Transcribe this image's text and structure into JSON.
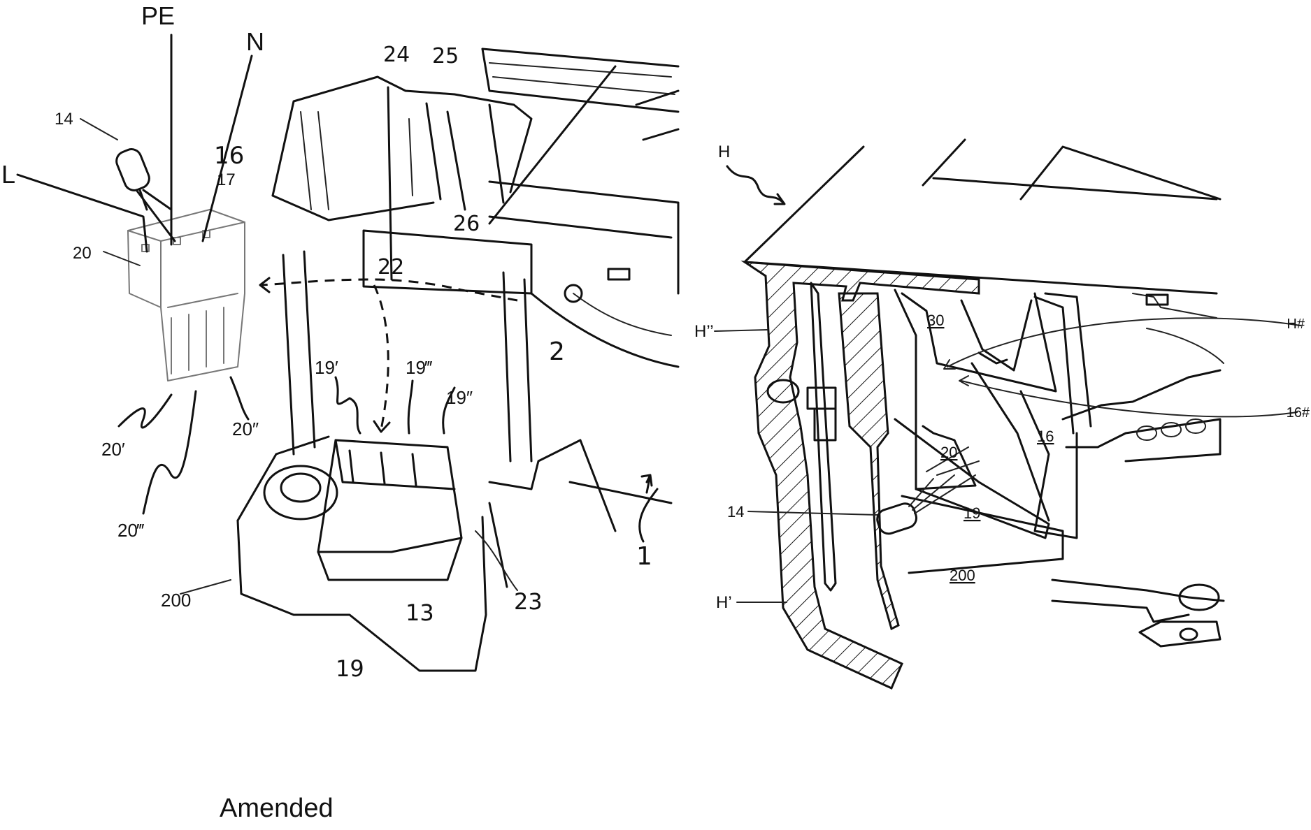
{
  "left_figure": {
    "labels": {
      "pe": "PE",
      "n": "N",
      "l": "L",
      "n14": "14",
      "n20": "20",
      "n17": "17",
      "n16": "16",
      "n24": "24",
      "n25": "25",
      "n26": "26",
      "n22": "22",
      "n2": "2",
      "n1": "1",
      "n19p": "19′",
      "n19ppp": "19‴",
      "n19pp": "19″",
      "n20p": "20′",
      "n20ppp": "20‴",
      "n20pp": "20″",
      "n200": "200",
      "n13": "13",
      "n19": "19",
      "n23": "23"
    }
  },
  "right_figure": {
    "labels": {
      "h": "H",
      "hpp": "H’’",
      "hp": "H’",
      "hhash": "H#",
      "n16hash": "16#",
      "n30": "30",
      "n16": "16",
      "n20": "20",
      "n19": "19",
      "n14": "14",
      "n200": "200"
    }
  },
  "footer": {
    "status": "Amended"
  }
}
